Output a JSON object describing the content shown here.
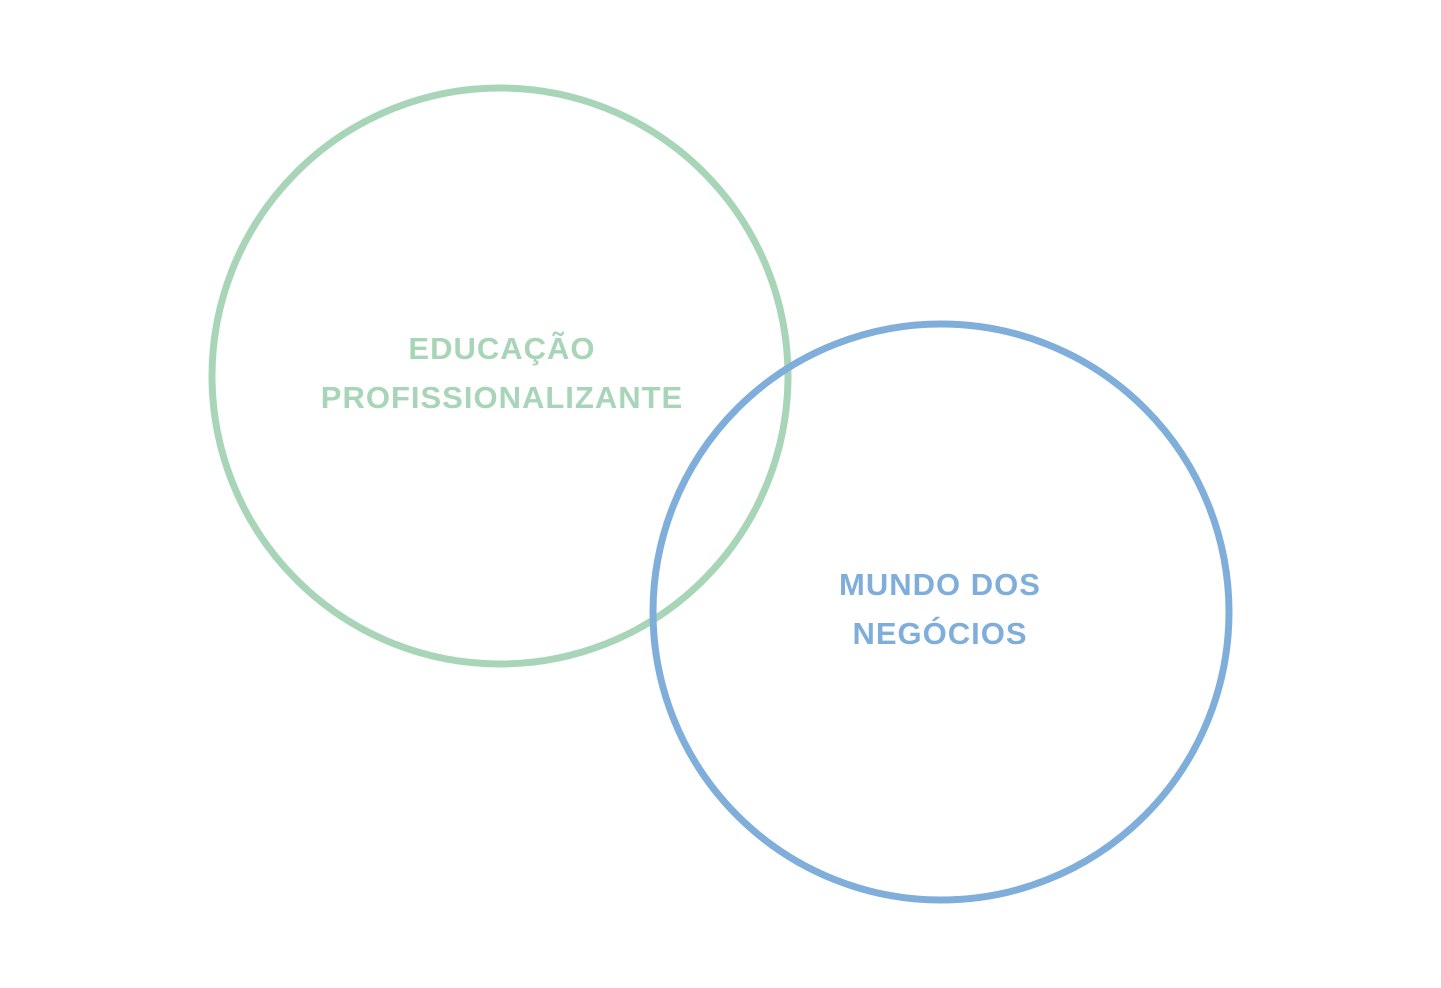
{
  "diagram": {
    "circles": [
      {
        "id": "education",
        "lines": [
          "EDUCAÇÃO",
          "PROFISSIONALIZANTE"
        ],
        "color": "#a8d5b8"
      },
      {
        "id": "business",
        "lines": [
          "MUNDO DOS",
          "NEGÓCIOS"
        ],
        "color": "#7faedb"
      }
    ]
  }
}
